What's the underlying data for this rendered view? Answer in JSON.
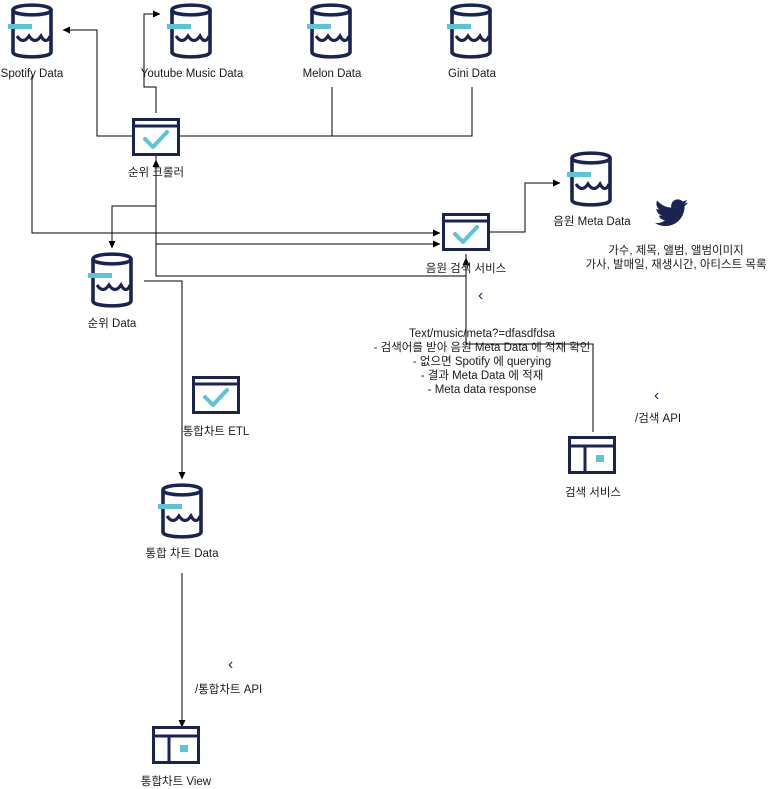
{
  "diagram": {
    "databases": {
      "spotify": "Spotify Data",
      "youtube": "Youtube Music Data",
      "melon": "Melon Data",
      "gini": "Gini Data",
      "rank": "순위 Data",
      "integrated": "통합 차트 Data",
      "meta": "음원 Meta Data"
    },
    "services": {
      "crawler": "순위 크롤러",
      "search_service": "음원 검색 서비스",
      "etl": "통합차트 ETL"
    },
    "views": {
      "search_view": "검색 서비스",
      "chart_view": "통합차트 View"
    },
    "apis": {
      "search_api": "/검색 API",
      "chart_api": "/통합차트 API"
    },
    "twitter_note": {
      "line1": "가수, 제목, 앨범, 앨범이미지",
      "line2": "가사, 발매일, 재생시간, 아티스트 목록"
    },
    "search_note": {
      "line1": "Text/music/meta?=dfasdfdsa",
      "line2": "- 검색어를 받아 음원 Meta Data 에 적재 확인",
      "line3": "- 없으면 Spotify 에 querying",
      "line4": "- 결과 Meta Data 에 적재",
      "line5": "- Meta data response"
    },
    "colors": {
      "navy": "#1b2352",
      "cyan": "#5bc4d8",
      "twitter": "#1b2352",
      "line": "#000000"
    },
    "icons": [
      "database-icon",
      "service-icon",
      "view-icon",
      "twitter-icon",
      "chevron-left-icon"
    ]
  }
}
